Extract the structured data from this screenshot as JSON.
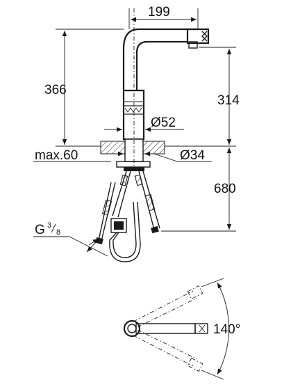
{
  "labels": {
    "width_spout": "199",
    "height_total": "366",
    "height_outlet": "314",
    "diameter_body": "Ø52",
    "max_thickness": "max.60",
    "diameter_hole": "Ø34",
    "hose_length": "680",
    "thread_main": "G",
    "thread_num": "3",
    "thread_den": "8",
    "swivel_angle": "140°"
  },
  "colors": {
    "line": "#1a1a1a",
    "background": "#ffffff"
  }
}
